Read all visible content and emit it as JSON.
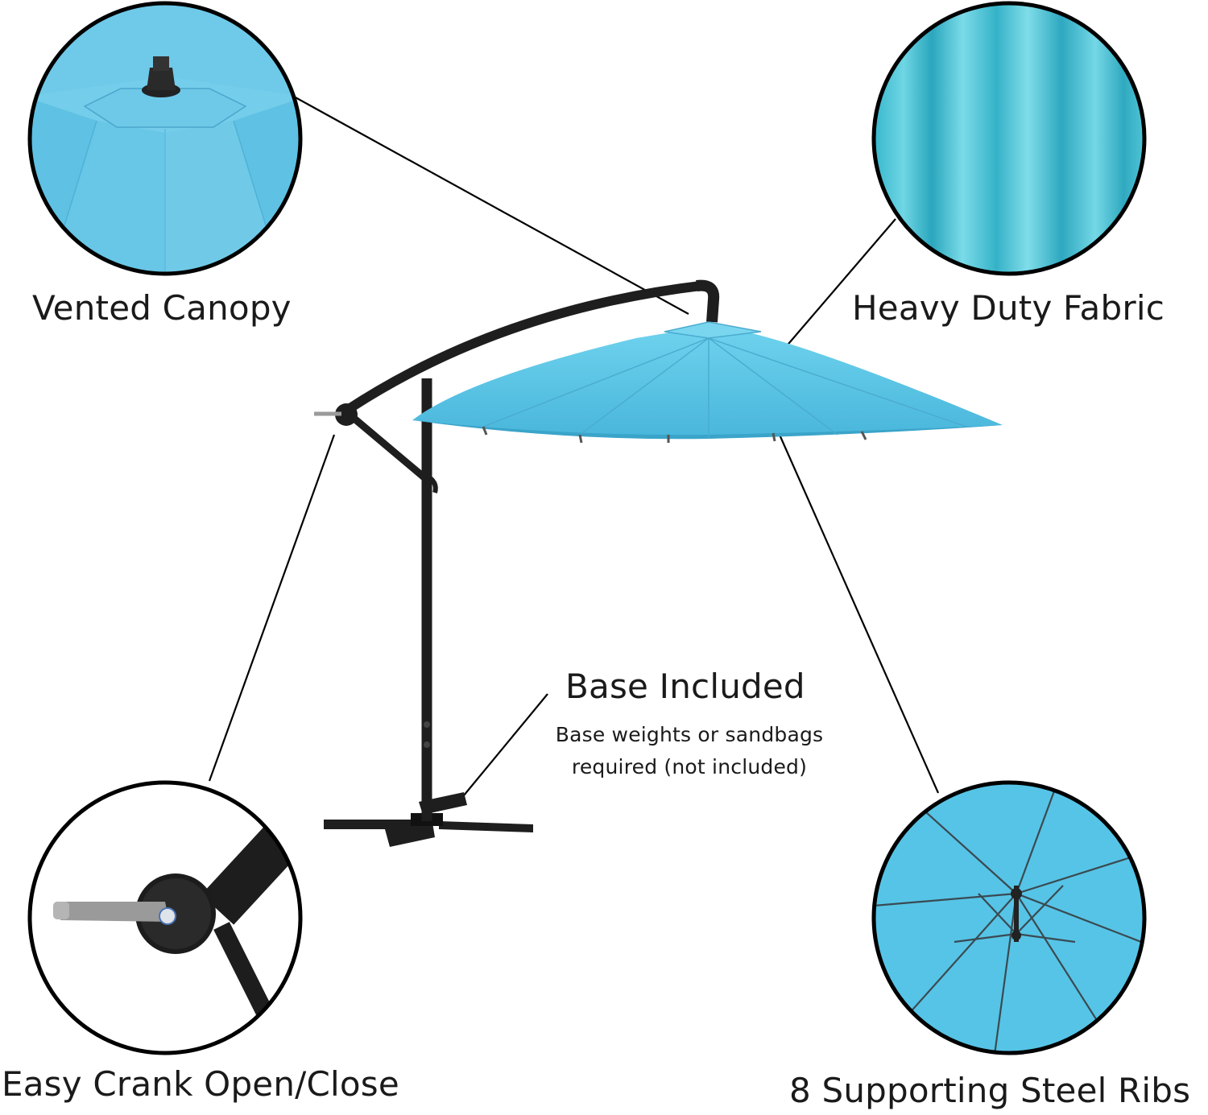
{
  "features": {
    "vented_canopy": "Vented Canopy",
    "heavy_duty_fabric": "Heavy Duty Fabric",
    "base_included": "Base Included",
    "base_note_line1": "Base weights or sandbags",
    "base_note_line2": "required (not included)",
    "easy_crank": "Easy Crank Open/Close",
    "steel_ribs": "8 Supporting Steel Ribs"
  },
  "colors": {
    "canopy": "#5cc7e6",
    "canopy_dark": "#3aa9cc",
    "frame": "#1e1e1e",
    "outline": "#000000"
  },
  "icons": {
    "umbrella": "cantilever-umbrella-illustration",
    "detail_vent": "vented-canopy-detail-icon",
    "detail_fabric": "fabric-detail-icon",
    "detail_crank": "crank-handle-detail-icon",
    "detail_ribs": "ribs-detail-icon"
  }
}
